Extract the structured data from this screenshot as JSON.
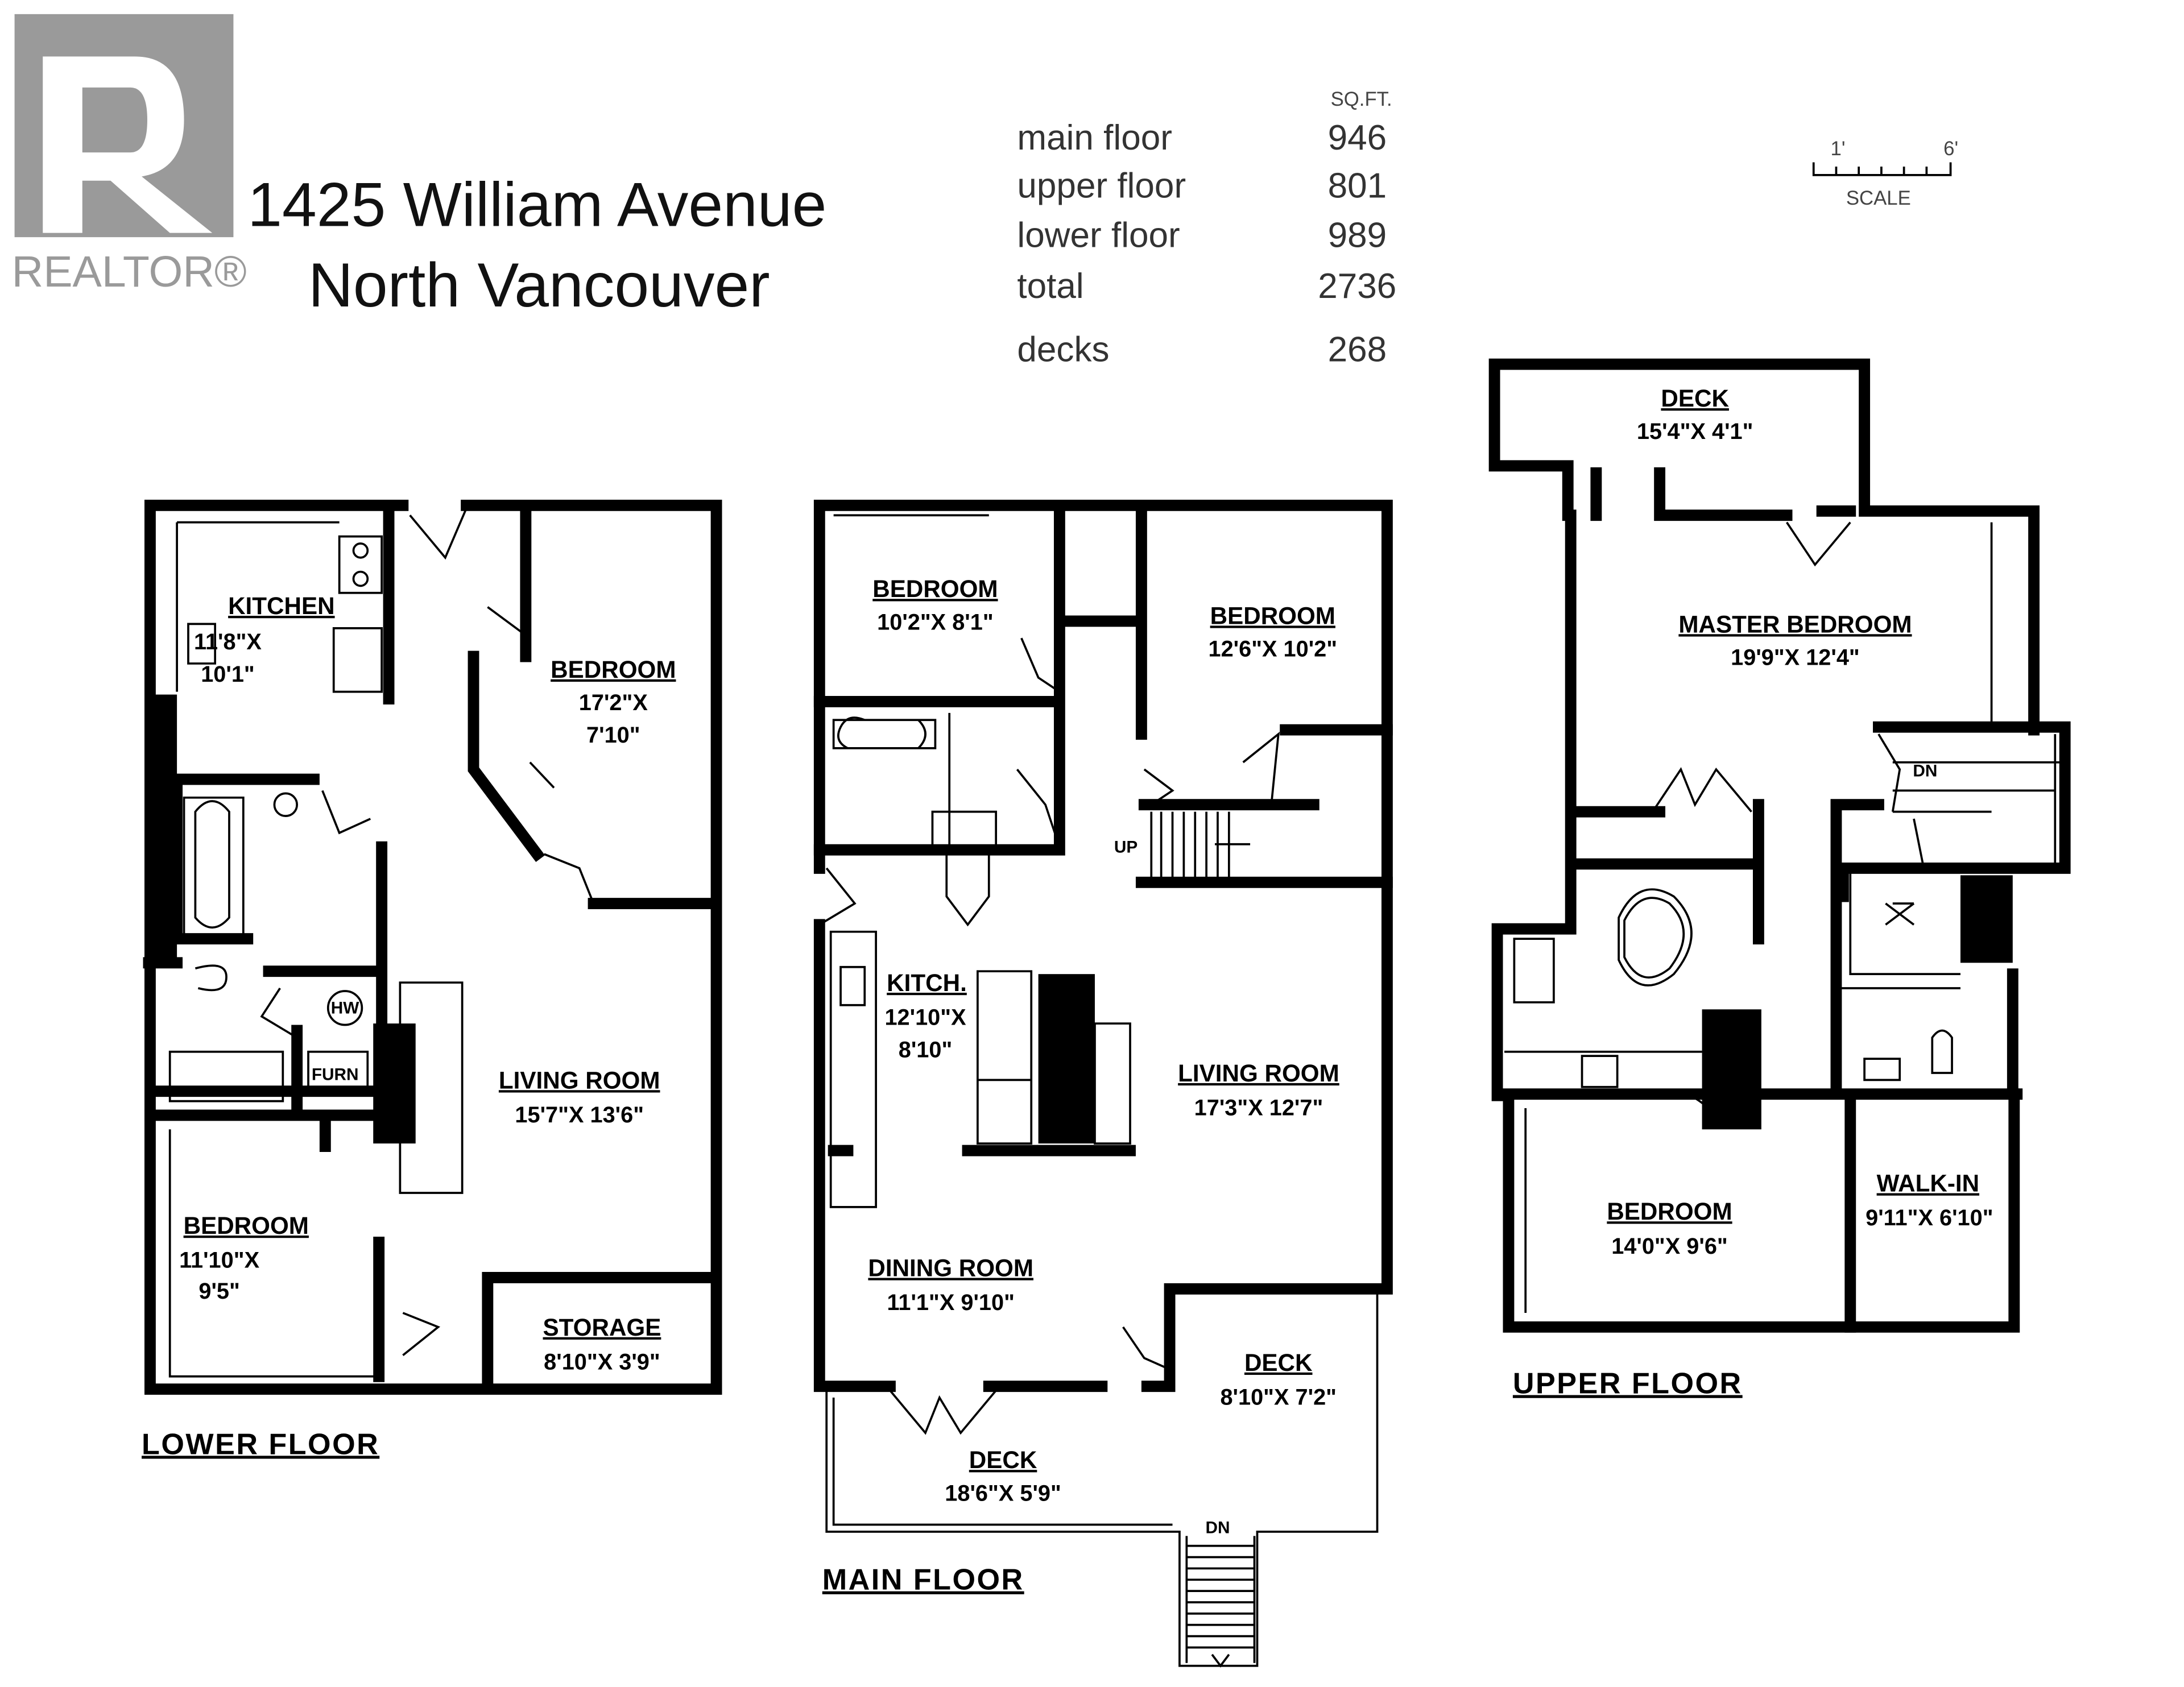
{
  "logo": {
    "text": "REALTOR®",
    "color": "#9a9a9a"
  },
  "address": {
    "line1": "1425 William Avenue",
    "line2": "North Vancouver"
  },
  "areas": {
    "header": "SQ.FT.",
    "rows": [
      {
        "label": "main floor",
        "value": "946"
      },
      {
        "label": "upper floor",
        "value": "801"
      },
      {
        "label": "lower floor",
        "value": "989"
      },
      {
        "label": "total",
        "value": "2736"
      },
      {
        "label": "decks",
        "value": "268"
      }
    ]
  },
  "scale": {
    "label": "SCALE",
    "start": "1'",
    "end": "6'"
  },
  "lower_floor": {
    "label": "LOWER FLOOR",
    "rooms": [
      {
        "name": "KITCHEN",
        "dims": [
          "11'8\"X",
          "10'1\""
        ]
      },
      {
        "name": "BEDROOM",
        "dims": [
          "17'2\"X",
          "7'10\""
        ]
      },
      {
        "name": "LIVING ROOM",
        "dims": [
          "15'7\"X  13'6\""
        ]
      },
      {
        "name": "BEDROOM",
        "dims": [
          "11'10\"X",
          "9'5\""
        ]
      },
      {
        "name": "STORAGE",
        "dims": [
          "8'10\"X  3'9\""
        ]
      }
    ],
    "fixtures": {
      "hw": "HW",
      "furn": "FURN"
    }
  },
  "main_floor": {
    "label": "MAIN FLOOR",
    "rooms": [
      {
        "name": "BEDROOM",
        "dims": [
          "10'2\"X  8'1\""
        ]
      },
      {
        "name": "BEDROOM",
        "dims": [
          "12'6\"X  10'2\""
        ]
      },
      {
        "name": "KITCH.",
        "dims": [
          "12'10\"X",
          "8'10\""
        ]
      },
      {
        "name": "LIVING ROOM",
        "dims": [
          "17'3\"X  12'7\""
        ]
      },
      {
        "name": "DINING ROOM",
        "dims": [
          "11'1\"X  9'10\""
        ]
      },
      {
        "name": "DECK",
        "dims": [
          "8'10\"X  7'2\""
        ]
      },
      {
        "name": "DECK",
        "dims": [
          "18'6\"X  5'9\""
        ]
      }
    ],
    "stairs_up": "UP",
    "stairs_down": "DN"
  },
  "upper_floor": {
    "label": "UPPER FLOOR",
    "rooms": [
      {
        "name": "DECK",
        "dims": [
          "15'4\"X  4'1\""
        ]
      },
      {
        "name": "MASTER BEDROOM",
        "dims": [
          "19'9\"X  12'4\""
        ]
      },
      {
        "name": "BEDROOM",
        "dims": [
          "14'0\"X  9'6\""
        ]
      },
      {
        "name": "WALK-IN",
        "dims": [
          "9'11\"X  6'10\""
        ]
      }
    ],
    "stairs_down": "DN"
  }
}
